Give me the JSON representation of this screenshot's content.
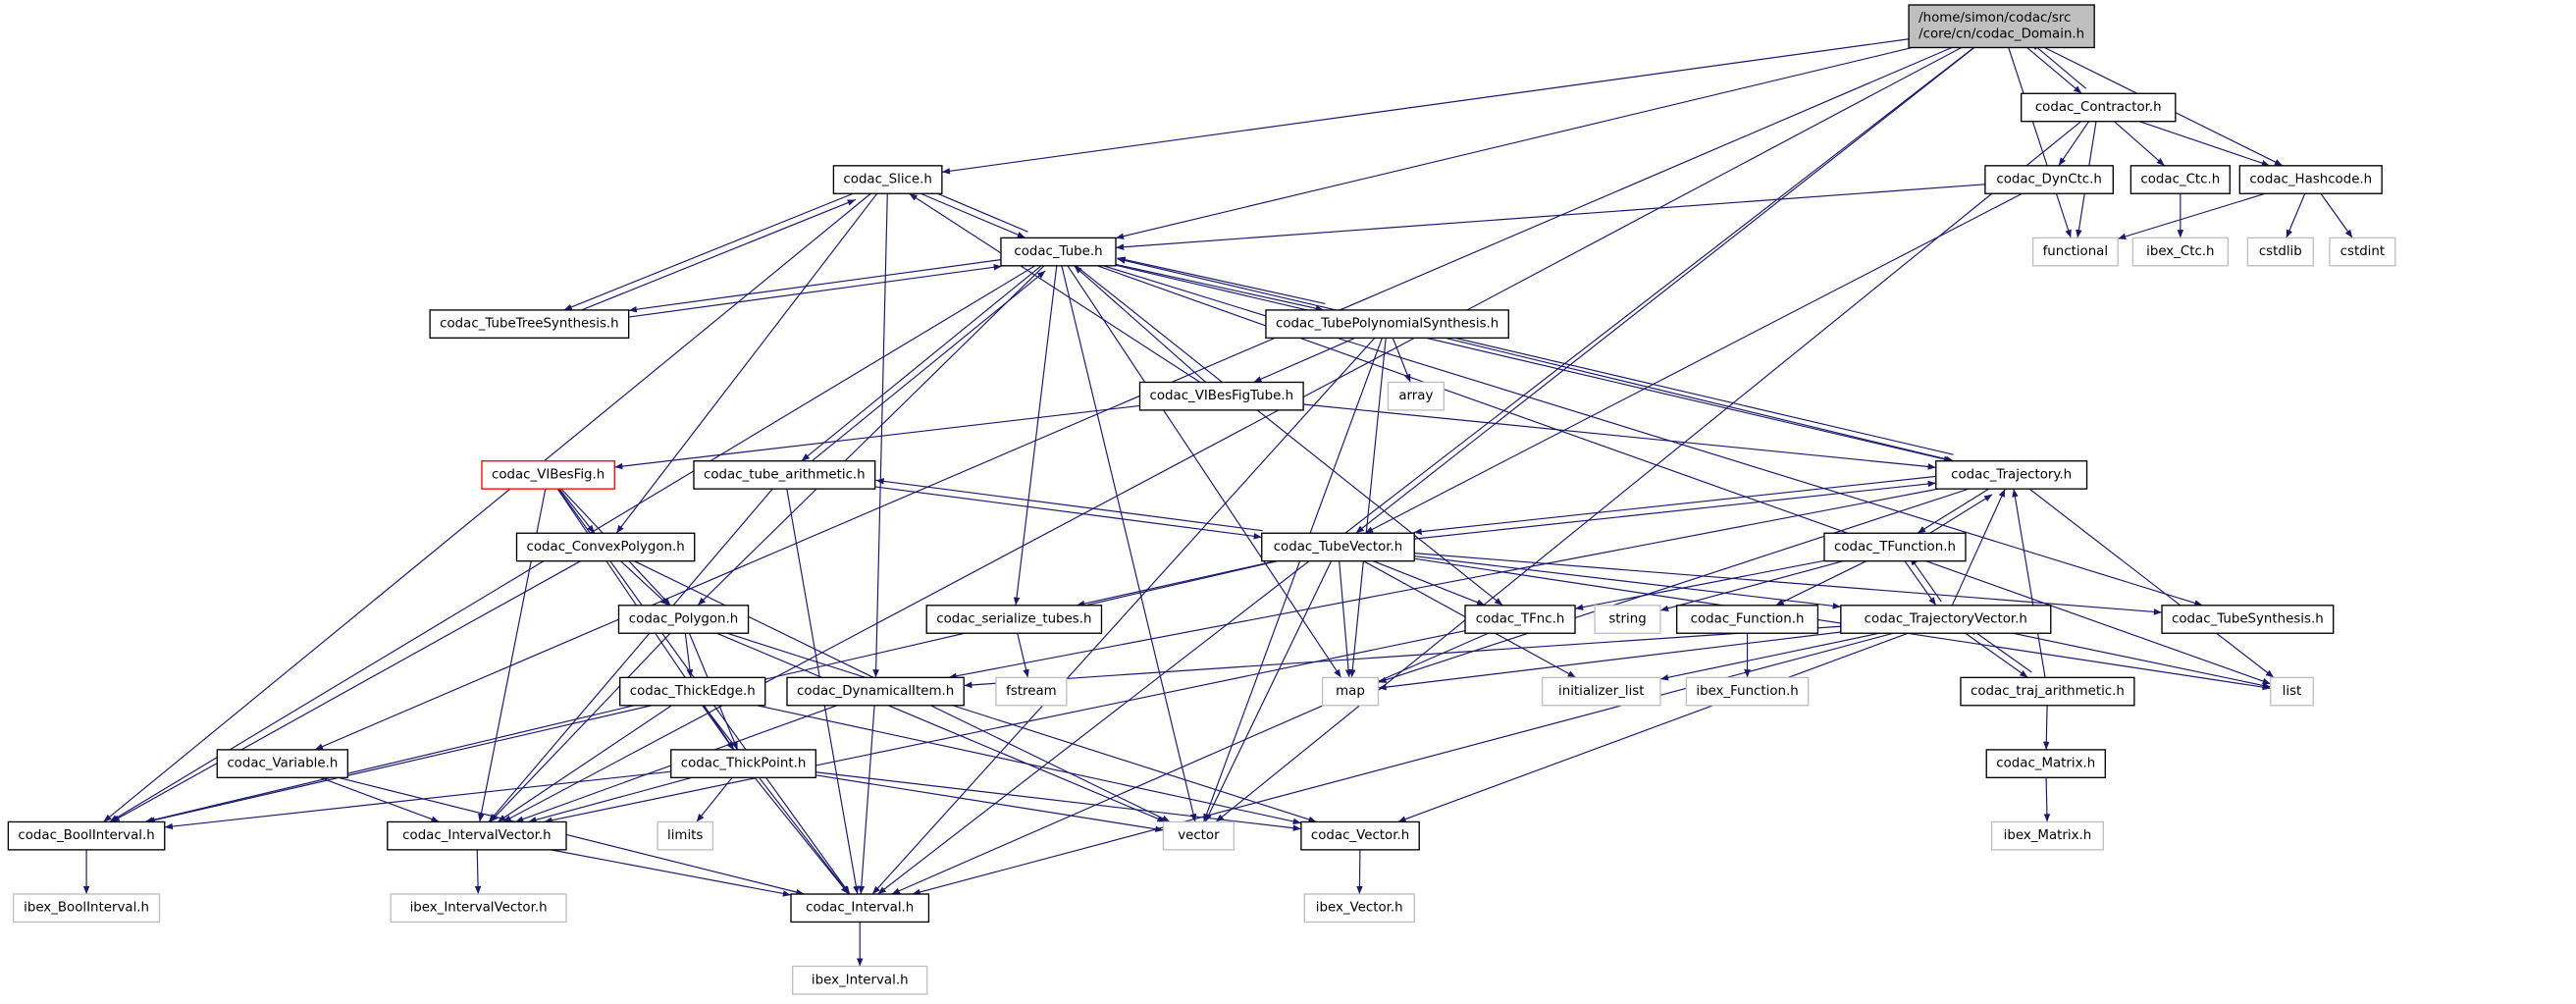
{
  "colors": {
    "edge": "#191970",
    "root_fill": "#bfbfbf",
    "highlight_border": "#ff0000",
    "external_border": "#bfbfbf"
  },
  "nodes": [
    {
      "id": "domain",
      "label": [
        "/home/simon/codac/src",
        "/core/cn/codac_Domain.h"
      ],
      "kind": "root"
    },
    {
      "id": "contractor",
      "label": [
        "codac_Contractor.h"
      ],
      "kind": "normal"
    },
    {
      "id": "slice",
      "label": [
        "codac_Slice.h"
      ],
      "kind": "normal"
    },
    {
      "id": "dynctc",
      "label": [
        "codac_DynCtc.h"
      ],
      "kind": "normal"
    },
    {
      "id": "ctc",
      "label": [
        "codac_Ctc.h"
      ],
      "kind": "normal"
    },
    {
      "id": "hashcode",
      "label": [
        "codac_Hashcode.h"
      ],
      "kind": "normal"
    },
    {
      "id": "tube",
      "label": [
        "codac_Tube.h"
      ],
      "kind": "normal"
    },
    {
      "id": "ibex_ctc",
      "label": [
        "ibex_Ctc.h"
      ],
      "kind": "gray"
    },
    {
      "id": "functional",
      "label": [
        "functional"
      ],
      "kind": "gray"
    },
    {
      "id": "cstdlib",
      "label": [
        "cstdlib"
      ],
      "kind": "gray"
    },
    {
      "id": "cstdint",
      "label": [
        "cstdint"
      ],
      "kind": "gray"
    },
    {
      "id": "tts",
      "label": [
        "codac_TubeTreeSynthesis.h"
      ],
      "kind": "normal"
    },
    {
      "id": "tps",
      "label": [
        "codac_TubePolynomialSynthesis.h"
      ],
      "kind": "normal"
    },
    {
      "id": "vibesfigtube",
      "label": [
        "codac_VIBesFigTube.h"
      ],
      "kind": "normal"
    },
    {
      "id": "array",
      "label": [
        "array"
      ],
      "kind": "gray"
    },
    {
      "id": "vibesfig",
      "label": [
        "codac_VIBesFig.h"
      ],
      "kind": "red"
    },
    {
      "id": "tube_arith",
      "label": [
        "codac_tube_arithmetic.h"
      ],
      "kind": "normal"
    },
    {
      "id": "trajectory",
      "label": [
        "codac_Trajectory.h"
      ],
      "kind": "normal"
    },
    {
      "id": "convexpolygon",
      "label": [
        "codac_ConvexPolygon.h"
      ],
      "kind": "normal"
    },
    {
      "id": "tubevector",
      "label": [
        "codac_TubeVector.h"
      ],
      "kind": "normal"
    },
    {
      "id": "tfunction",
      "label": [
        "codac_TFunction.h"
      ],
      "kind": "normal"
    },
    {
      "id": "polygon",
      "label": [
        "codac_Polygon.h"
      ],
      "kind": "normal"
    },
    {
      "id": "serialize",
      "label": [
        "codac_serialize_tubes.h"
      ],
      "kind": "normal"
    },
    {
      "id": "tfnc",
      "label": [
        "codac_TFnc.h"
      ],
      "kind": "normal"
    },
    {
      "id": "string",
      "label": [
        "string"
      ],
      "kind": "gray"
    },
    {
      "id": "function",
      "label": [
        "codac_Function.h"
      ],
      "kind": "normal"
    },
    {
      "id": "trajvector",
      "label": [
        "codac_TrajectoryVector.h"
      ],
      "kind": "normal"
    },
    {
      "id": "tubesynthesis",
      "label": [
        "codac_TubeSynthesis.h"
      ],
      "kind": "normal"
    },
    {
      "id": "thickedge",
      "label": [
        "codac_ThickEdge.h"
      ],
      "kind": "normal"
    },
    {
      "id": "dynitem",
      "label": [
        "codac_DynamicalItem.h"
      ],
      "kind": "normal"
    },
    {
      "id": "fstream",
      "label": [
        "fstream"
      ],
      "kind": "gray"
    },
    {
      "id": "map",
      "label": [
        "map"
      ],
      "kind": "gray"
    },
    {
      "id": "initlist",
      "label": [
        "initializer_list"
      ],
      "kind": "gray"
    },
    {
      "id": "ibex_function",
      "label": [
        "ibex_Function.h"
      ],
      "kind": "gray"
    },
    {
      "id": "traj_arith",
      "label": [
        "codac_traj_arithmetic.h"
      ],
      "kind": "normal"
    },
    {
      "id": "list",
      "label": [
        "list"
      ],
      "kind": "gray"
    },
    {
      "id": "variable",
      "label": [
        "codac_Variable.h"
      ],
      "kind": "normal"
    },
    {
      "id": "thickpoint",
      "label": [
        "codac_ThickPoint.h"
      ],
      "kind": "normal"
    },
    {
      "id": "matrix",
      "label": [
        "codac_Matrix.h"
      ],
      "kind": "normal"
    },
    {
      "id": "boolinterval",
      "label": [
        "codac_BoolInterval.h"
      ],
      "kind": "normal"
    },
    {
      "id": "intervalvector",
      "label": [
        "codac_IntervalVector.h"
      ],
      "kind": "normal"
    },
    {
      "id": "limits",
      "label": [
        "limits"
      ],
      "kind": "gray"
    },
    {
      "id": "vector",
      "label": [
        "vector"
      ],
      "kind": "gray"
    },
    {
      "id": "cvector",
      "label": [
        "codac_Vector.h"
      ],
      "kind": "normal"
    },
    {
      "id": "ibex_matrix",
      "label": [
        "ibex_Matrix.h"
      ],
      "kind": "gray"
    },
    {
      "id": "ibex_boolinterval",
      "label": [
        "ibex_BoolInterval.h"
      ],
      "kind": "gray"
    },
    {
      "id": "ibex_intervalvector",
      "label": [
        "ibex_IntervalVector.h"
      ],
      "kind": "gray"
    },
    {
      "id": "interval",
      "label": [
        "codac_Interval.h"
      ],
      "kind": "normal"
    },
    {
      "id": "ibex_vector",
      "label": [
        "ibex_Vector.h"
      ],
      "kind": "gray"
    },
    {
      "id": "ibex_interval",
      "label": [
        "ibex_Interval.h"
      ],
      "kind": "gray"
    }
  ],
  "edges": [
    [
      "domain",
      "contractor"
    ],
    [
      "contractor",
      "domain"
    ],
    [
      "domain",
      "slice"
    ],
    [
      "domain",
      "tube"
    ],
    [
      "domain",
      "functional"
    ],
    [
      "domain",
      "hashcode"
    ],
    [
      "domain",
      "variable"
    ],
    [
      "domain",
      "intervalvector"
    ],
    [
      "domain",
      "interval"
    ],
    [
      "domain",
      "tubevector"
    ],
    [
      "contractor",
      "dynctc"
    ],
    [
      "contractor",
      "ctc"
    ],
    [
      "contractor",
      "functional"
    ],
    [
      "contractor",
      "hashcode"
    ],
    [
      "contractor",
      "vector"
    ],
    [
      "dynctc",
      "tube"
    ],
    [
      "dynctc",
      "tubevector"
    ],
    [
      "ctc",
      "ibex_ctc"
    ],
    [
      "hashcode",
      "functional"
    ],
    [
      "hashcode",
      "cstdlib"
    ],
    [
      "hashcode",
      "cstdint"
    ],
    [
      "slice",
      "tube"
    ],
    [
      "slice",
      "tts"
    ],
    [
      "slice",
      "boolinterval"
    ],
    [
      "slice",
      "convexpolygon"
    ],
    [
      "slice",
      "dynitem"
    ],
    [
      "tube",
      "slice"
    ],
    [
      "tube",
      "tts"
    ],
    [
      "tts",
      "slice"
    ],
    [
      "tts",
      "tube"
    ],
    [
      "tube",
      "tps"
    ],
    [
      "tps",
      "tube"
    ],
    [
      "tube",
      "tube_arith"
    ],
    [
      "tube_arith",
      "tube"
    ],
    [
      "tube",
      "trajectory"
    ],
    [
      "trajectory",
      "tube"
    ],
    [
      "tube",
      "serialize"
    ],
    [
      "tube",
      "map"
    ],
    [
      "tube",
      "vector"
    ],
    [
      "tube",
      "tfnc"
    ],
    [
      "tube",
      "tubesynthesis"
    ],
    [
      "tube",
      "boolinterval"
    ],
    [
      "tube",
      "polygon"
    ],
    [
      "tube",
      "list"
    ],
    [
      "vibesfigtube",
      "tube"
    ],
    [
      "vibesfigtube",
      "slice"
    ],
    [
      "vibesfigtube",
      "vibesfig"
    ],
    [
      "vibesfigtube",
      "trajectory"
    ],
    [
      "tps",
      "vibesfigtube"
    ],
    [
      "tps",
      "array"
    ],
    [
      "tps",
      "map"
    ],
    [
      "tps",
      "vector"
    ],
    [
      "tps",
      "trajectory"
    ],
    [
      "tps",
      "interval"
    ],
    [
      "vibesfig",
      "convexpolygon"
    ],
    [
      "vibesfig",
      "polygon"
    ],
    [
      "vibesfig",
      "thickpoint"
    ],
    [
      "vibesfig",
      "intervalvector"
    ],
    [
      "vibesfig",
      "interval"
    ],
    [
      "tube_arith",
      "tubevector"
    ],
    [
      "tube_arith",
      "intervalvector"
    ],
    [
      "tube_arith",
      "interval"
    ],
    [
      "tubevector",
      "tube_arith"
    ],
    [
      "tubevector",
      "trajectory"
    ],
    [
      "tubevector",
      "serialize"
    ],
    [
      "tubevector",
      "tfnc"
    ],
    [
      "tubevector",
      "map"
    ],
    [
      "tubevector",
      "vector"
    ],
    [
      "tubevector",
      "initlist"
    ],
    [
      "tubevector",
      "tubesynthesis"
    ],
    [
      "tubevector",
      "trajvector"
    ],
    [
      "tubevector",
      "list"
    ],
    [
      "tubevector",
      "boolinterval"
    ],
    [
      "trajectory",
      "tubevector"
    ],
    [
      "trajectory",
      "tfunction"
    ],
    [
      "trajectory",
      "map"
    ],
    [
      "trajectory",
      "list"
    ],
    [
      "trajectory",
      "dynitem"
    ],
    [
      "tfunction",
      "trajectory"
    ],
    [
      "tfunction",
      "tfnc"
    ],
    [
      "tfunction",
      "string"
    ],
    [
      "tfunction",
      "function"
    ],
    [
      "tfunction",
      "trajvector"
    ],
    [
      "trajvector",
      "tfunction"
    ],
    [
      "trajvector",
      "trajectory"
    ],
    [
      "trajvector",
      "traj_arith"
    ],
    [
      "trajvector",
      "map"
    ],
    [
      "trajvector",
      "initlist"
    ],
    [
      "trajvector",
      "list"
    ],
    [
      "trajvector",
      "dynitem"
    ],
    [
      "trajvector",
      "cvector"
    ],
    [
      "trajvector",
      "interval"
    ],
    [
      "traj_arith",
      "trajectory"
    ],
    [
      "traj_arith",
      "trajvector"
    ],
    [
      "traj_arith",
      "matrix"
    ],
    [
      "matrix",
      "ibex_matrix"
    ],
    [
      "function",
      "ibex_function"
    ],
    [
      "convexpolygon",
      "polygon"
    ],
    [
      "convexpolygon",
      "boolinterval"
    ],
    [
      "convexpolygon",
      "vector"
    ],
    [
      "polygon",
      "thickedge"
    ],
    [
      "polygon",
      "thickpoint"
    ],
    [
      "polygon",
      "intervalvector"
    ],
    [
      "polygon",
      "vector"
    ],
    [
      "polygon",
      "cvector"
    ],
    [
      "thickedge",
      "thickpoint"
    ],
    [
      "thickedge",
      "intervalvector"
    ],
    [
      "thickedge",
      "boolinterval"
    ],
    [
      "thickedge",
      "interval"
    ],
    [
      "thickedge",
      "cvector"
    ],
    [
      "thickpoint",
      "intervalvector"
    ],
    [
      "thickpoint",
      "boolinterval"
    ],
    [
      "thickpoint",
      "limits"
    ],
    [
      "thickpoint",
      "interval"
    ],
    [
      "thickpoint",
      "vector"
    ],
    [
      "thickpoint",
      "cvector"
    ],
    [
      "dynitem",
      "intervalvector"
    ],
    [
      "dynitem",
      "interval"
    ],
    [
      "tfnc",
      "intervalvector"
    ],
    [
      "tfnc",
      "interval"
    ],
    [
      "variable",
      "intervalvector"
    ],
    [
      "variable",
      "interval"
    ],
    [
      "serialize",
      "fstream"
    ],
    [
      "boolinterval",
      "ibex_boolinterval"
    ],
    [
      "intervalvector",
      "ibex_intervalvector"
    ],
    [
      "intervalvector",
      "interval"
    ],
    [
      "interval",
      "ibex_interval"
    ],
    [
      "cvector",
      "ibex_vector"
    ]
  ]
}
